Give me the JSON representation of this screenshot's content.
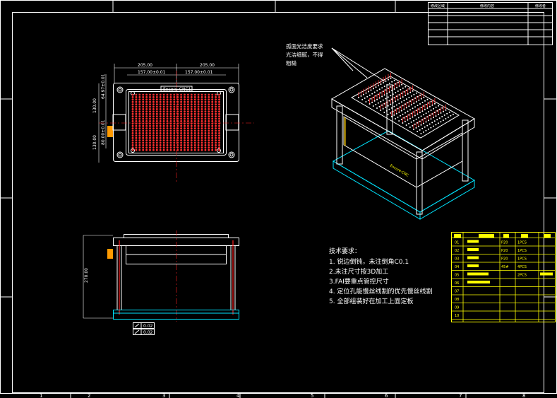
{
  "top_view": {
    "dim_total_left": "205.00",
    "dim_total_right": "205.00",
    "dim_half_left": "157.00±0.01",
    "dim_half_right": "157.00±0.01",
    "dim_v_top": "130.00",
    "dim_v_bottom": "130.00",
    "dim_v_hole_top": "64.97±0.01",
    "dim_v_hole_bottom": "80.00±0.01",
    "plate_label": "Encore-CNC1"
  },
  "front_view": {
    "dim_height": "270.00",
    "flatness_1": "0.02",
    "flatness_2": "0.02"
  },
  "iso_view": {
    "brand_label": "Encore-CNC",
    "callout_lines": [
      "孤面光洁度要求",
      "光洁细腻，不得",
      "粗糙"
    ]
  },
  "notes": {
    "title": "技术要求：",
    "items": [
      "1. 锐边倒钝，未注倒角C0.1",
      "2.未注尺寸按3D加工",
      "3.FAI要重点管控尺寸",
      "4. 定位孔能慢丝线割的优先慢丝线割",
      "5. 全部组装好在加工上面定板"
    ]
  },
  "revision_table": {
    "headers": [
      "修改区域",
      "修改内容",
      "修改者"
    ]
  },
  "bom": {
    "rows": [
      {
        "no": "01",
        "mat": "P20",
        "qty": "1PCS"
      },
      {
        "no": "02",
        "mat": "P20",
        "qty": "1PCS"
      },
      {
        "no": "03",
        "mat": "P20",
        "qty": "1PCS"
      },
      {
        "no": "04",
        "mat": "45#",
        "qty": "4PCS"
      },
      {
        "no": "05",
        "mat": "",
        "qty": "2PCS"
      },
      {
        "no": "06",
        "mat": "",
        "qty": ""
      },
      {
        "no": "07",
        "mat": "",
        "qty": ""
      },
      {
        "no": "08",
        "mat": "",
        "qty": ""
      },
      {
        "no": "09",
        "mat": "",
        "qty": ""
      },
      {
        "no": "10",
        "mat": "",
        "qty": ""
      }
    ]
  },
  "frame": {
    "bottom_markers": [
      "1",
      "2",
      "3",
      "4",
      "5",
      "6",
      "7",
      "8"
    ]
  }
}
